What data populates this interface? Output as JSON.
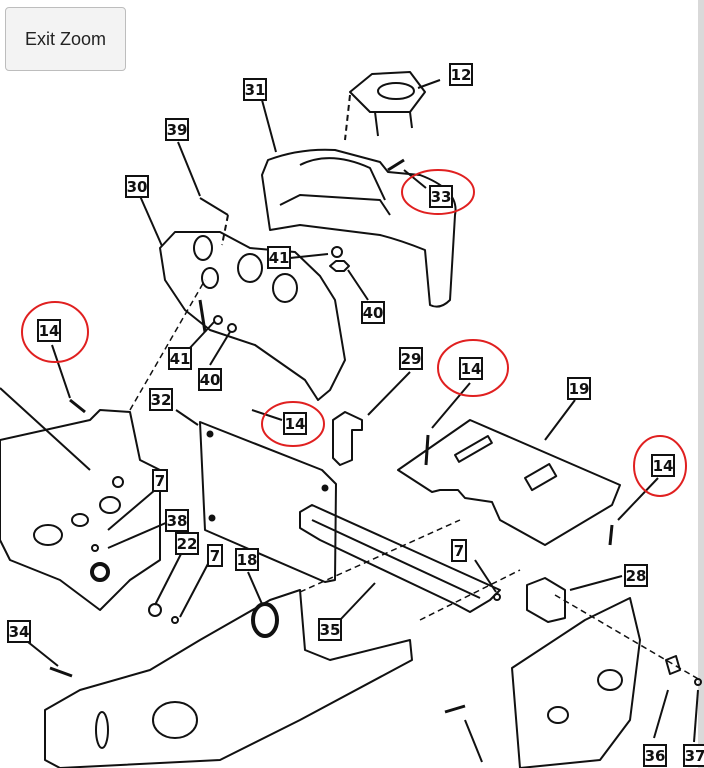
{
  "toolbar": {
    "exit_zoom_label": "Exit Zoom"
  },
  "colors": {
    "ink": "#111111",
    "highlight": "#e02020",
    "background": "#ffffff"
  },
  "callouts": [
    {
      "id": "12",
      "highlighted": false
    },
    {
      "id": "31",
      "highlighted": false
    },
    {
      "id": "39",
      "highlighted": false
    },
    {
      "id": "30",
      "highlighted": false
    },
    {
      "id": "33",
      "highlighted": true
    },
    {
      "id": "41",
      "highlighted": false
    },
    {
      "id": "40",
      "highlighted": false
    },
    {
      "id": "14",
      "highlighted": true
    },
    {
      "id": "41",
      "highlighted": false
    },
    {
      "id": "40",
      "highlighted": false
    },
    {
      "id": "29",
      "highlighted": false
    },
    {
      "id": "14",
      "highlighted": true
    },
    {
      "id": "19",
      "highlighted": false
    },
    {
      "id": "32",
      "highlighted": false
    },
    {
      "id": "14",
      "highlighted": true
    },
    {
      "id": "7",
      "highlighted": false
    },
    {
      "id": "14",
      "highlighted": true
    },
    {
      "id": "38",
      "highlighted": false
    },
    {
      "id": "22",
      "highlighted": false
    },
    {
      "id": "7",
      "highlighted": false
    },
    {
      "id": "18",
      "highlighted": false
    },
    {
      "id": "7",
      "highlighted": false
    },
    {
      "id": "28",
      "highlighted": false
    },
    {
      "id": "34",
      "highlighted": false
    },
    {
      "id": "35",
      "highlighted": false
    },
    {
      "id": "36",
      "highlighted": false
    },
    {
      "id": "37",
      "highlighted": false
    }
  ]
}
